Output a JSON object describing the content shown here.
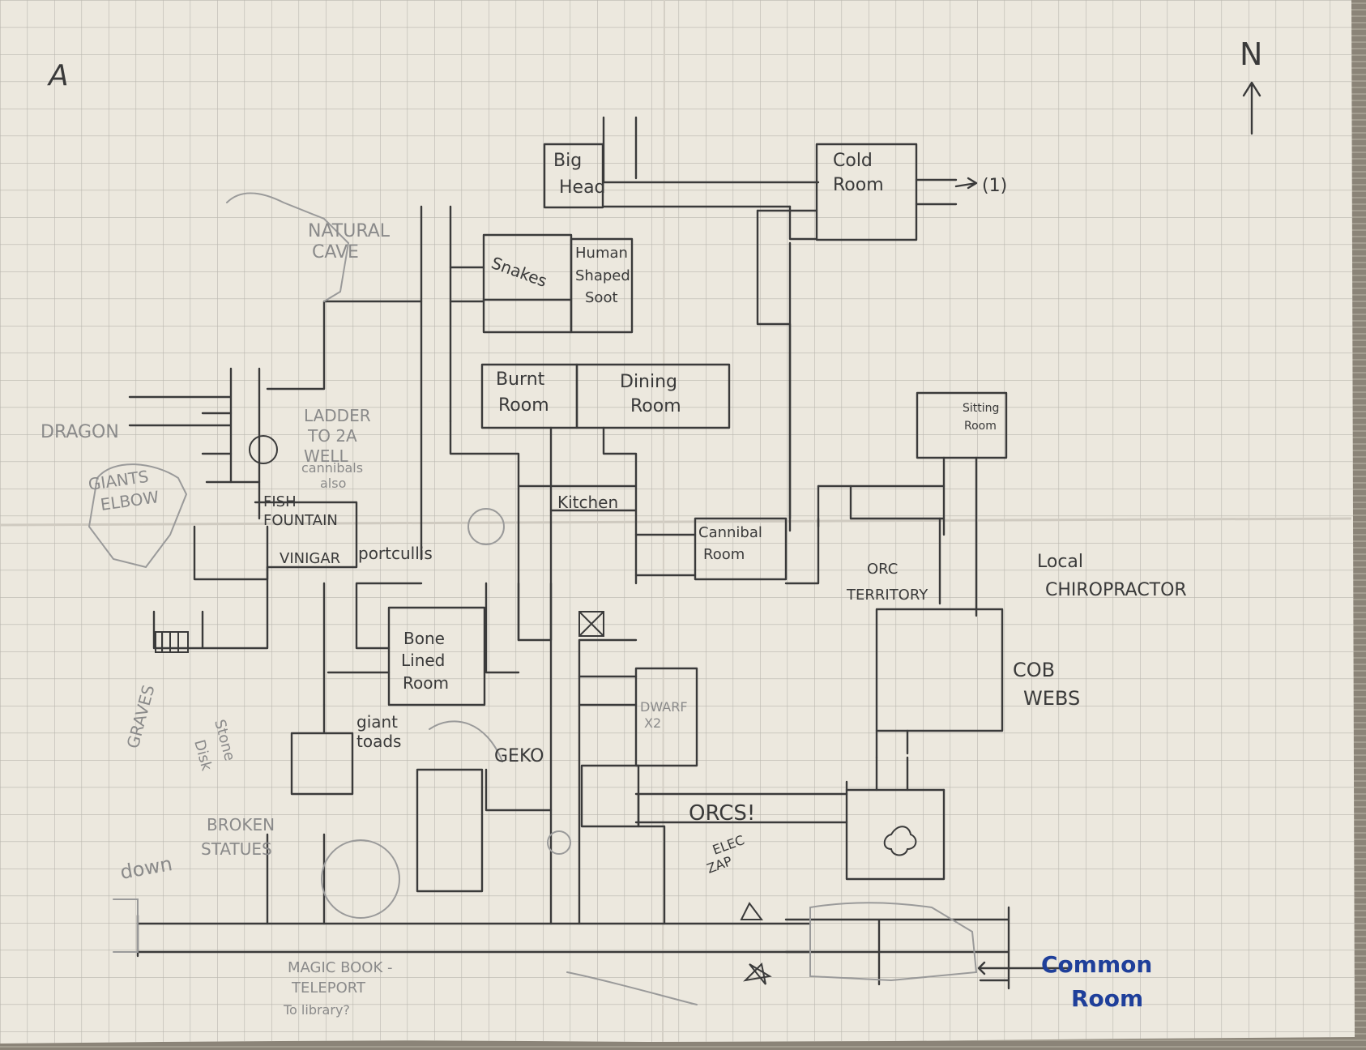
{
  "map": {
    "sheet_mark": "A",
    "compass": "N",
    "labels": {
      "big_head": [
        "Big",
        "Head"
      ],
      "cold_room": [
        "Cold",
        "Room"
      ],
      "natural_cave": [
        "NATURAL",
        "CAVE"
      ],
      "snakes": "Snakes",
      "human_shaped_soot": [
        "Human",
        "Shaped",
        "Soot"
      ],
      "burnt_room": [
        "Burnt",
        "Room"
      ],
      "dining_room": [
        "Dining",
        "Room"
      ],
      "sitting_room": [
        "Sitting",
        "Room"
      ],
      "dragon": "DRAGON",
      "ladder_well": [
        "LADDER",
        "TO 2A",
        "WELL"
      ],
      "cannibals_also": [
        "cannibals",
        "also"
      ],
      "giants_elbow": [
        "GIANTS",
        "ELBOW"
      ],
      "fish_fountain": [
        "FISH",
        "FOUNTAIN"
      ],
      "vinegar": "VINIGAR",
      "portcullis": "portcullis",
      "kitchen": "Kitchen",
      "cannibal_room": [
        "Cannibal",
        "Room"
      ],
      "orc_territory": [
        "ORC",
        "TERRITORY"
      ],
      "local_chiropractor": [
        "Local",
        "CHIROPRACTOR"
      ],
      "bone_lined_room": [
        "Bone",
        "Lined",
        "Room"
      ],
      "cob_webs": [
        "COB",
        "WEBS"
      ],
      "dwarf_x2": [
        "DWARF",
        "X2"
      ],
      "graves": "GRAVES",
      "stone_disk": [
        "Stone",
        "Disk"
      ],
      "giant_toads": [
        "giant",
        "toads"
      ],
      "geko": "GEKO",
      "orcs": "ORCS!",
      "elec_zap": [
        "ELEC",
        "ZAP"
      ],
      "broken_statues": [
        "BROKEN",
        "STATUES"
      ],
      "down": "down",
      "magic_book": [
        "MAGIC BOOK -",
        "TELEPORT",
        "To library?"
      ],
      "common_room": [
        "Common",
        "Room"
      ],
      "exit_mark": "(1)"
    },
    "colors": {
      "paper": "#ece8de",
      "grid": "#b9b6ae",
      "ink": "#3a3a3a",
      "pencil": "#9a9a9a",
      "blue_ink": "#1f3f9a",
      "carpet": "#8b8478"
    }
  }
}
